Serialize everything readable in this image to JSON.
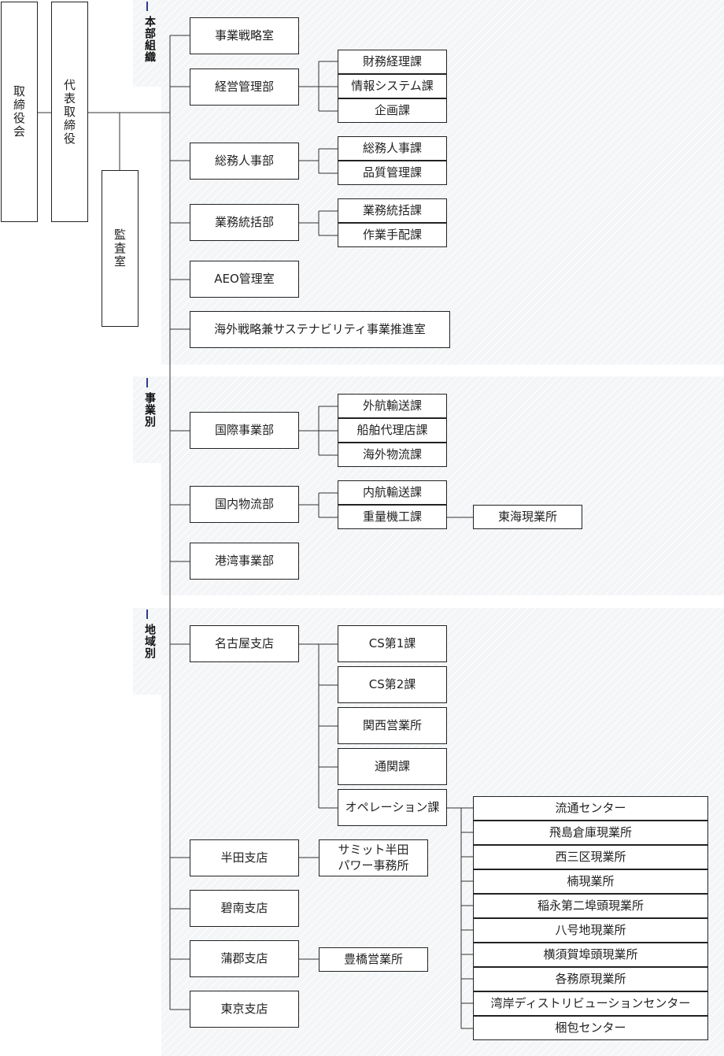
{
  "top": {
    "board": "取締役会",
    "president": "代表取締役",
    "audit": "監査室"
  },
  "sections": {
    "hq": "本部組織",
    "business": "事業別",
    "regional": "地域別"
  },
  "hq": {
    "strategy_office": "事業戦略室",
    "management": {
      "name": "経営管理部",
      "children": [
        "財務経理課",
        "情報システム課",
        "企画課"
      ]
    },
    "general_affairs": {
      "name": "総務人事部",
      "children": [
        "総務人事課",
        "品質管理課"
      ]
    },
    "operations": {
      "name": "業務統括部",
      "children": [
        "業務統括課",
        "作業手配課"
      ]
    },
    "aeo": "AEO管理室",
    "sustainability": "海外戦略兼サステナビリティ事業推進室"
  },
  "business": {
    "international": {
      "name": "国際事業部",
      "children": [
        "外航輸送課",
        "船舶代理店課",
        "海外物流課"
      ]
    },
    "domestic": {
      "name": "国内物流部",
      "children": [
        "内航輸送課",
        "重量機工課"
      ],
      "site": "東海現業所"
    },
    "port": "港湾事業部"
  },
  "regional": {
    "nagoya": {
      "name": "名古屋支店",
      "children": [
        "CS第1課",
        "CS第2課",
        "関西営業所",
        "通関課",
        "オペレーション課"
      ]
    },
    "operations_sites": [
      "流通センター",
      "飛島倉庫現業所",
      "西三区現業所",
      "楠現業所",
      "稲永第二埠頭現業所",
      "八号地現業所",
      "横須賀埠頭現業所",
      "各務原現業所",
      "湾岸ディストリビューションセンター",
      "梱包センター"
    ],
    "handa": {
      "name": "半田支店",
      "child_line1": "サミット半田",
      "child_line2": "パワー事務所"
    },
    "hekinan": "碧南支店",
    "gamagori": {
      "name": "蒲郡支店",
      "child": "豊橋営業所"
    },
    "tokyo": "東京支店"
  }
}
